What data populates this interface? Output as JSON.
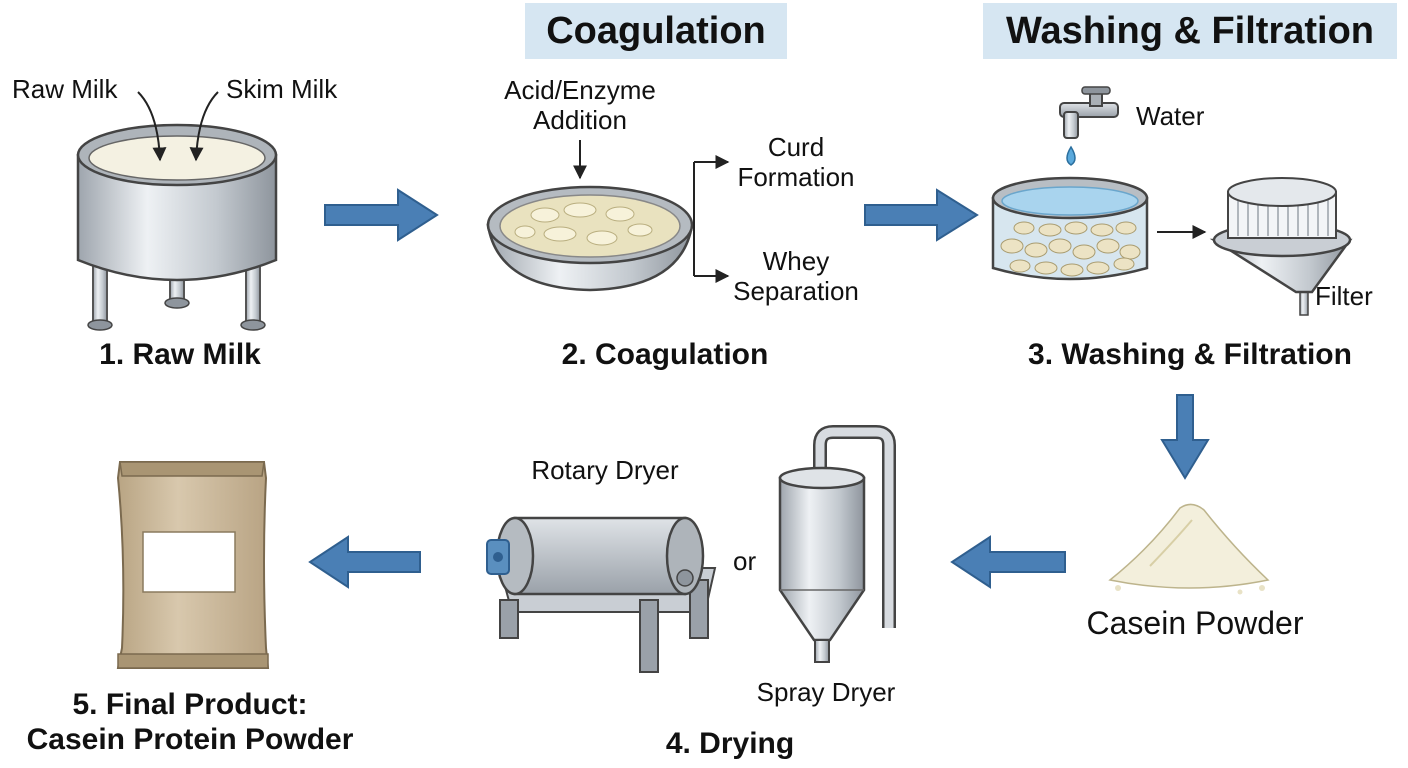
{
  "headers": {
    "coagulation": "Coagulation",
    "washing": "Washing & Filtration"
  },
  "stage1": {
    "input_raw": "Raw Milk",
    "input_skim": "Skim Milk",
    "caption": "1. Raw Milk"
  },
  "stage2": {
    "addition_line1": "Acid/Enzyme",
    "addition_line2": "Addition",
    "curd_line1": "Curd",
    "curd_line2": "Formation",
    "whey_line1": "Whey",
    "whey_line2": "Separation",
    "caption": "2. Coagulation"
  },
  "stage3": {
    "water": "Water",
    "filter": "Filter",
    "caption": "3. Washing & Filtration"
  },
  "powder": {
    "label": "Casein Powder"
  },
  "stage4": {
    "rotary": "Rotary Dryer",
    "or": "or",
    "spray": "Spray Dryer",
    "caption": "4. Drying"
  },
  "stage5": {
    "caption_line1": "5. Final Product:",
    "caption_line2": "Casein Protein Powder"
  },
  "colors": {
    "header_bg": "#d6e6f2",
    "flow_arrow": "#4a7fb5",
    "steel": "#c9ced4",
    "milk": "#f4f1e2",
    "curd": "#e9e2bf",
    "water": "#a9d4ee",
    "bag": "#c9b79c"
  }
}
